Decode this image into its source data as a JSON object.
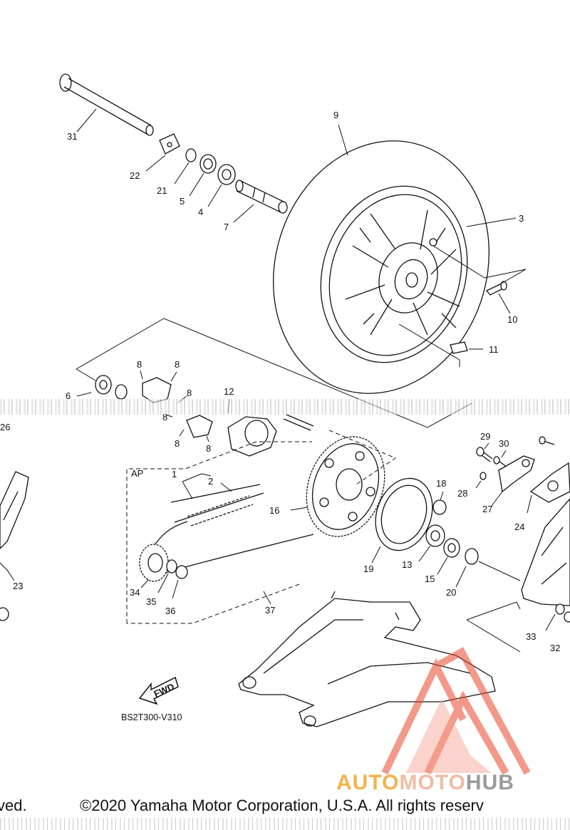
{
  "parts": {
    "p1": "1",
    "p2": "2",
    "p3": "3",
    "p4": "4",
    "p5": "5",
    "p6": "6",
    "p7": "7",
    "p8": "8",
    "p9": "9",
    "p10": "10",
    "p11": "11",
    "p12": "12",
    "p13": "13",
    "p15": "15",
    "p16": "16",
    "p18": "18",
    "p19": "19",
    "p20": "20",
    "p21": "21",
    "p22": "22",
    "p23": "23",
    "p24": "24",
    "p26": "26",
    "p27": "27",
    "p28": "28",
    "p29": "29",
    "p30": "30",
    "p31": "31",
    "p32": "32",
    "p33": "33",
    "p34": "34",
    "p35": "35",
    "p36": "36",
    "p37": "37"
  },
  "ap_label": "AP",
  "fwd_label": "FWD",
  "diagram_code": "BS2T300-V310",
  "copyright_left": "ved.",
  "copyright": "©2020 Yamaha Motor Corporation, U.S.A. All rights reserv",
  "watermark": {
    "part1": "AUTO",
    "part2": "MOTO",
    "part3": "HUB"
  },
  "colors": {
    "line": "#111111",
    "watermark_red": "#e8462e",
    "watermark_orange": "#f5b24a"
  }
}
